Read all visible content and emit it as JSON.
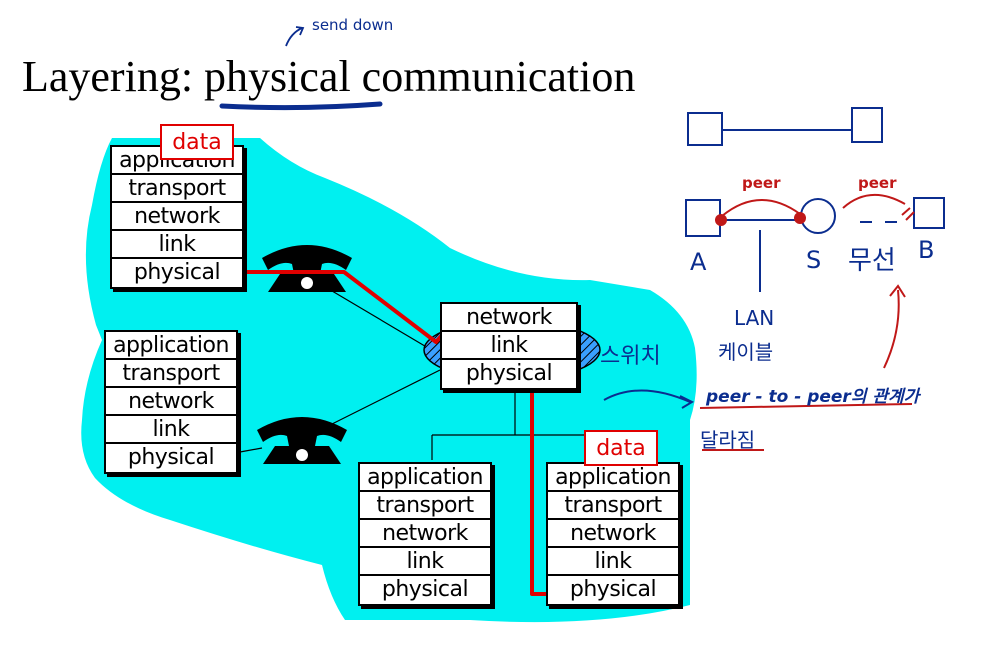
{
  "title": "Layering: physical communication",
  "annotation_send_down": "send down",
  "data_label": "data",
  "stacks": {
    "host_top": [
      "application",
      "transport",
      "network",
      "link",
      "physical"
    ],
    "host_left": [
      "application",
      "transport",
      "network",
      "link",
      "physical"
    ],
    "switch": [
      "network",
      "link",
      "physical"
    ],
    "host_bottom_mid": [
      "application",
      "transport",
      "network",
      "link",
      "physical"
    ],
    "host_bottom_right": [
      "application",
      "transport",
      "network",
      "link",
      "physical"
    ]
  },
  "notes": {
    "switch_label": "스위치",
    "peer_left": "peer",
    "peer_right": "peer",
    "node_a": "A",
    "node_s": "S",
    "node_b": "B",
    "wireless": "무선",
    "lan": "LAN",
    "cable": "케이블",
    "peer_to_peer": "peer - to - peer의 관계가",
    "changes": "달라짐"
  },
  "colors": {
    "cloud": "#00f0f0",
    "data_path": "#e00000",
    "ink_blue": "#0b2d8f",
    "ink_red": "#c01818"
  }
}
